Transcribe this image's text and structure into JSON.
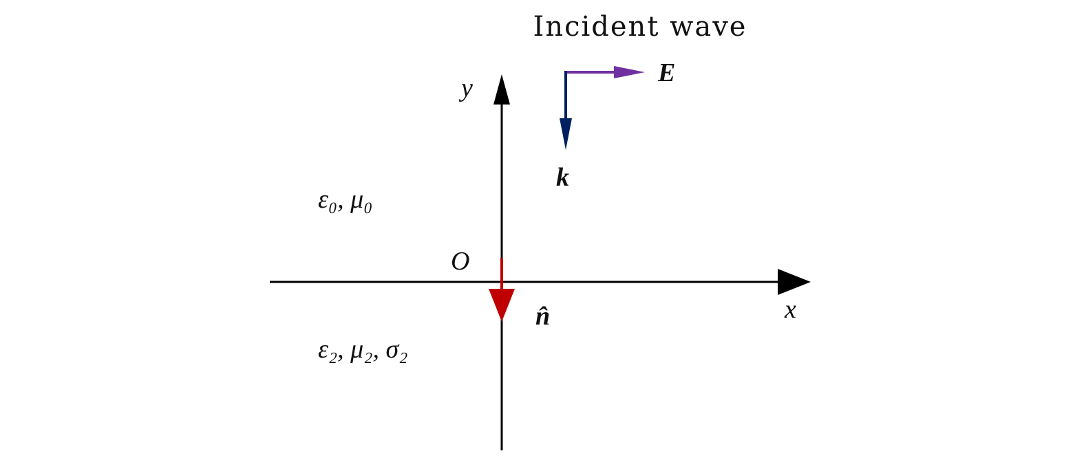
{
  "title": "Incident wave",
  "labels": {
    "E": "E",
    "k": "k",
    "y": "y",
    "x": "x",
    "origin": "O",
    "normal": "n̂",
    "upper_medium": "ε₀, μ₀",
    "lower_medium": "ε₂, μ₂, σ₂"
  },
  "colors": {
    "E_vector": "#7030a0",
    "k_vector": "#002060",
    "normal_vector": "#c00000",
    "axes": "#000000"
  }
}
